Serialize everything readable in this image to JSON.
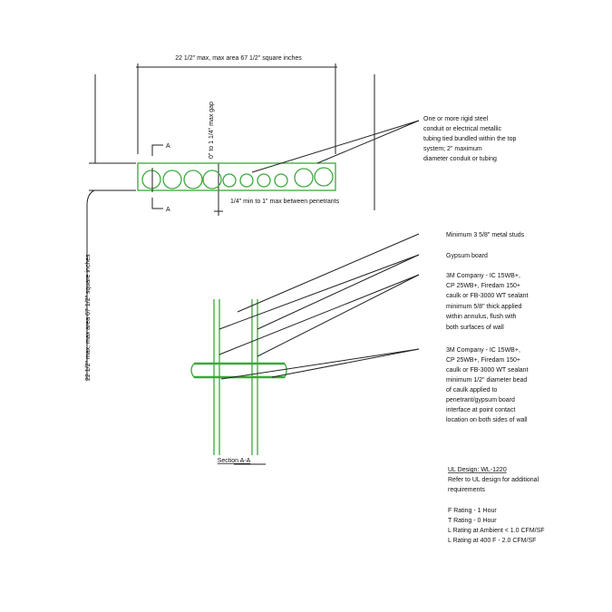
{
  "plan_view": {
    "width_dimension": "22 1/2\" max, max area 67 1/2\" square inches",
    "height_dimension": "22 1/2\" max, max area 67 1/2\" square inches",
    "gap_dimension": "0\" to 1 1/4\" max gap",
    "spacing_dimension": "1/4\" min to 1\" max between penetrants",
    "section_mark_top": "A",
    "section_mark_bottom": "A"
  },
  "notes": {
    "conduit": [
      "One or more rigid steel",
      "conduit or electrical metallic",
      "tubing tied bundled within the top",
      "system; 2\" maximum",
      "diameter conduit or tubing"
    ],
    "studs": "Minimum 3 5/8\" metal studs",
    "gypsum": "Gypsum board",
    "sealant_fill": [
      "3M Company - IC 15WB+,",
      "CP 25WB+, Firedam 150+",
      "caulk or FB-3000 WT sealant",
      "minimum 5/8\" thick applied",
      "within annulus, flush with",
      "both surfaces of wall"
    ],
    "sealant_bead": [
      "3M Company - IC 15WB+,",
      "CP 25WB+, Firedam 150+",
      "caulk or FB-3000 WT sealant",
      "minimum 1/2\" diameter bead",
      "of caulk applied to",
      "penetrant/gypsum board",
      "interface at point contact",
      "location on both sides of wall"
    ]
  },
  "section": {
    "title": "Section A-A"
  },
  "ul_block": {
    "design": "UL Design: WL-1220",
    "lines": [
      "Refer to UL design for additional",
      "requirements"
    ],
    "ratings": [
      "F Rating - 1 Hour",
      "T Rating - 0 Hour",
      "L Rating at Ambient < 1.0 CFM/SF",
      "L Rating at 400 F - 2.0 CFM/SF"
    ]
  },
  "colors": {
    "drawing_green": "#3aa83a",
    "line": "#222222"
  }
}
